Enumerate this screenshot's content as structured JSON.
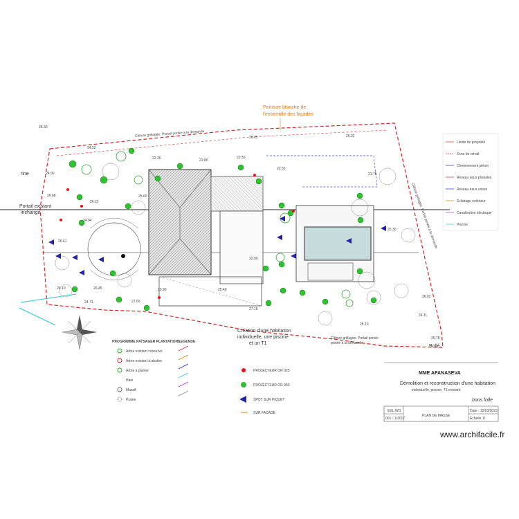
{
  "header_note": {
    "line1": "Peinture blanche de",
    "line2": "l'ensemble des façades"
  },
  "top_fence_label": "Clôture grillagée. Portail portée à la demande",
  "left_labels": {
    "rine": "rine",
    "portail_existant": "Portail existant",
    "inchange": "inchangé"
  },
  "center_labels": {
    "creation1": "Création d'une habitation",
    "creation2": "individuelle, une piscine",
    "creation3": "et un T1"
  },
  "bottom_fence": {
    "line1": "Clôture grillagée. Portail portée",
    "line2": "portée à la demande"
  },
  "right_fence_label": "Clôture grillagée. Portail portée à la demande",
  "bottom_right_word": "Bollé",
  "legend_left": {
    "title_a": "PROGRAMME PAYSAGER PLANTATIONS",
    "title_b": "LEGENDE",
    "items": [
      "Arbre existant conservé",
      "Arbre existant à abattre",
      "Arbre à planter",
      "Haie",
      "Massif",
      "Prairie"
    ]
  },
  "legend_center": {
    "items": [
      "PROJECTEUR OR 025",
      "PROJECTEUR OR 050",
      "SPOT SUR PIQUET",
      "SUR FACADE"
    ]
  },
  "legend_right": {
    "items": [
      "Limite de propriété",
      "Zone de retrait",
      "Cheminement piéton",
      "Réseau eaux pluviales",
      "Réseau eaux usées",
      "Éclairage extérieur",
      "Canalisation électrique",
      "Piscine"
    ]
  },
  "title_block": {
    "client": "MME AFANASEVA",
    "project": "Démolition et reconstruction d'une habitation",
    "project_sub": "individuelle, piscine, T1 existant",
    "code": "EXL.WO",
    "plan_name": "PLAN DE MASSE",
    "date": "Date : 12/03/2023",
    "scale": "Echelle 1/",
    "ref": "001 - 1/2017",
    "signature": "bons folle"
  },
  "elevations": [
    "26.30",
    "24.52",
    "22.35",
    "24.90",
    "22.80",
    "22.50",
    "28.85",
    "26.22",
    "21.75",
    "26.68",
    "26.61",
    "24.94",
    "26.21",
    "22.00",
    "25.30",
    "25.60",
    "26.10",
    "24.71",
    "26.45",
    "26.02",
    "25.10",
    "27.15",
    "22.55",
    "25.40",
    "23.90",
    "27.60",
    "24.11",
    "26.78"
  ],
  "watermark": "www.archifacile.fr"
}
